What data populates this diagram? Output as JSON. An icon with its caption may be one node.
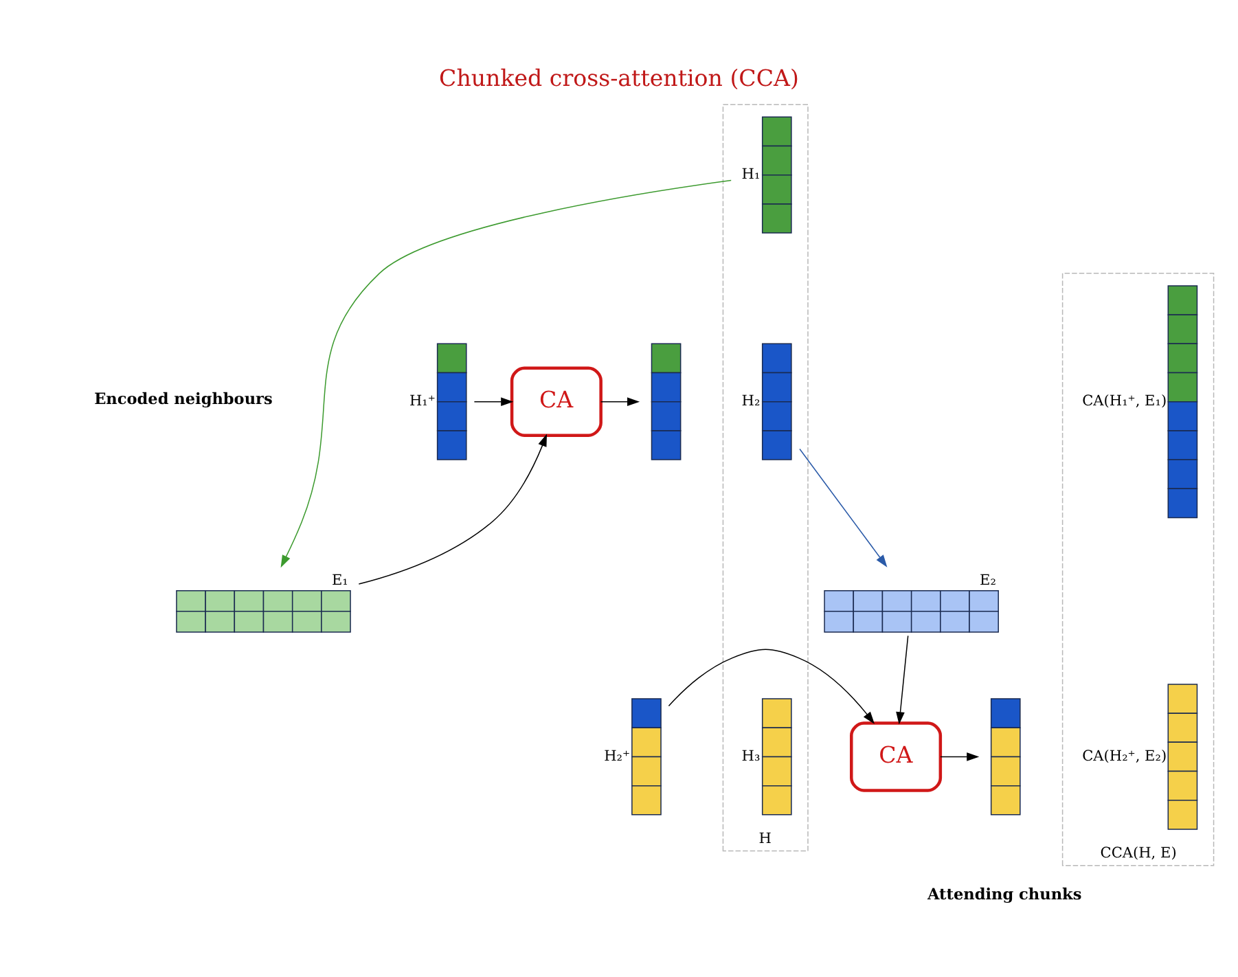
{
  "diagram": {
    "title": "Chunked cross-attention (CCA)",
    "nodes": [
      {
        "text": [
          "E₁"
        ]
      },
      {
        "text": [
          "E₂"
        ]
      },
      {
        "text": [
          "H"
        ]
      },
      {
        "text": [
          "H₁"
        ],
        "in": 2
      },
      {
        "text": [
          "H₂"
        ],
        "in": 2
      },
      {
        "text": [
          "H₃"
        ],
        "in": 2
      },
      {
        "text": [
          "H₁⁺"
        ]
      },
      {
        "text": [
          "CA"
        ]
      },
      {
        "text": [],
        "shape": "bar"
      },
      {
        "text": [
          "H₂⁺"
        ]
      },
      {
        "text": [
          "CA"
        ]
      },
      {
        "text": [],
        "shape": "bar"
      },
      {
        "text": [
          "CCA(H, E)"
        ]
      },
      {
        "text": [
          "CA(H₁⁺, E₁)"
        ],
        "in": 12
      },
      {
        "text": [
          "CA(H₂⁺, E₂)"
        ],
        "in": 12
      }
    ],
    "edges": [
      {
        "from": 3,
        "to": 0,
        "arrow": "to",
        "color": "#3c9a2e"
      },
      {
        "from": 4,
        "to": 1,
        "arrow": "to",
        "color": "#2a5aa8"
      },
      {
        "from": 0,
        "to": 7,
        "arrow": "to"
      },
      {
        "from": 6,
        "to": 7,
        "arrow": "to"
      },
      {
        "from": 7,
        "to": 8,
        "arrow": "to"
      },
      {
        "from": 1,
        "to": 10,
        "arrow": "to"
      },
      {
        "from": 9,
        "to": 10,
        "arrow": "to"
      },
      {
        "from": 10,
        "to": 11,
        "arrow": "to"
      }
    ],
    "labels": [
      "Encoded neighbours",
      "Attending chunks"
    ]
  }
}
